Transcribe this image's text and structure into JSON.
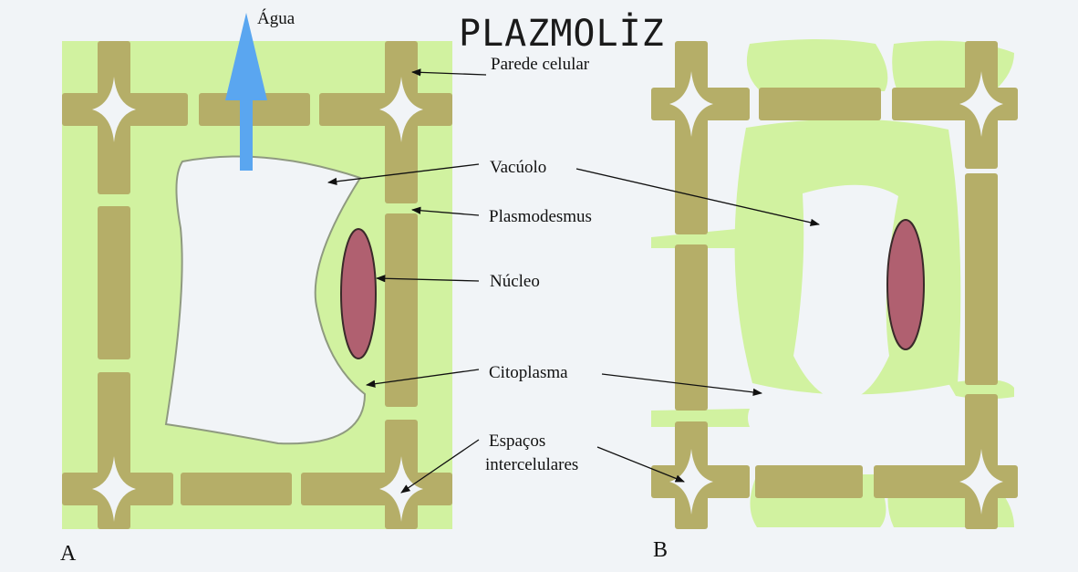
{
  "title": "PLAZMOLİZ",
  "panels": {
    "a": "A",
    "b": "B"
  },
  "labels": {
    "water": "Água",
    "cell_wall": "Parede celular",
    "vacuole": "Vacúolo",
    "plasmodesmus": "Plasmodesmus",
    "nucleus": "Núcleo",
    "cytoplasm": "Citoplasma",
    "intercellular_1": "Espaços",
    "intercellular_2": "intercelulares"
  },
  "colors": {
    "wall": "#b5ae68",
    "cytoplasm": "#d1f2a0",
    "vacuole": "#f1f4f7",
    "nucleus": "#b06070",
    "water_arrow": "#5aa6f0"
  }
}
